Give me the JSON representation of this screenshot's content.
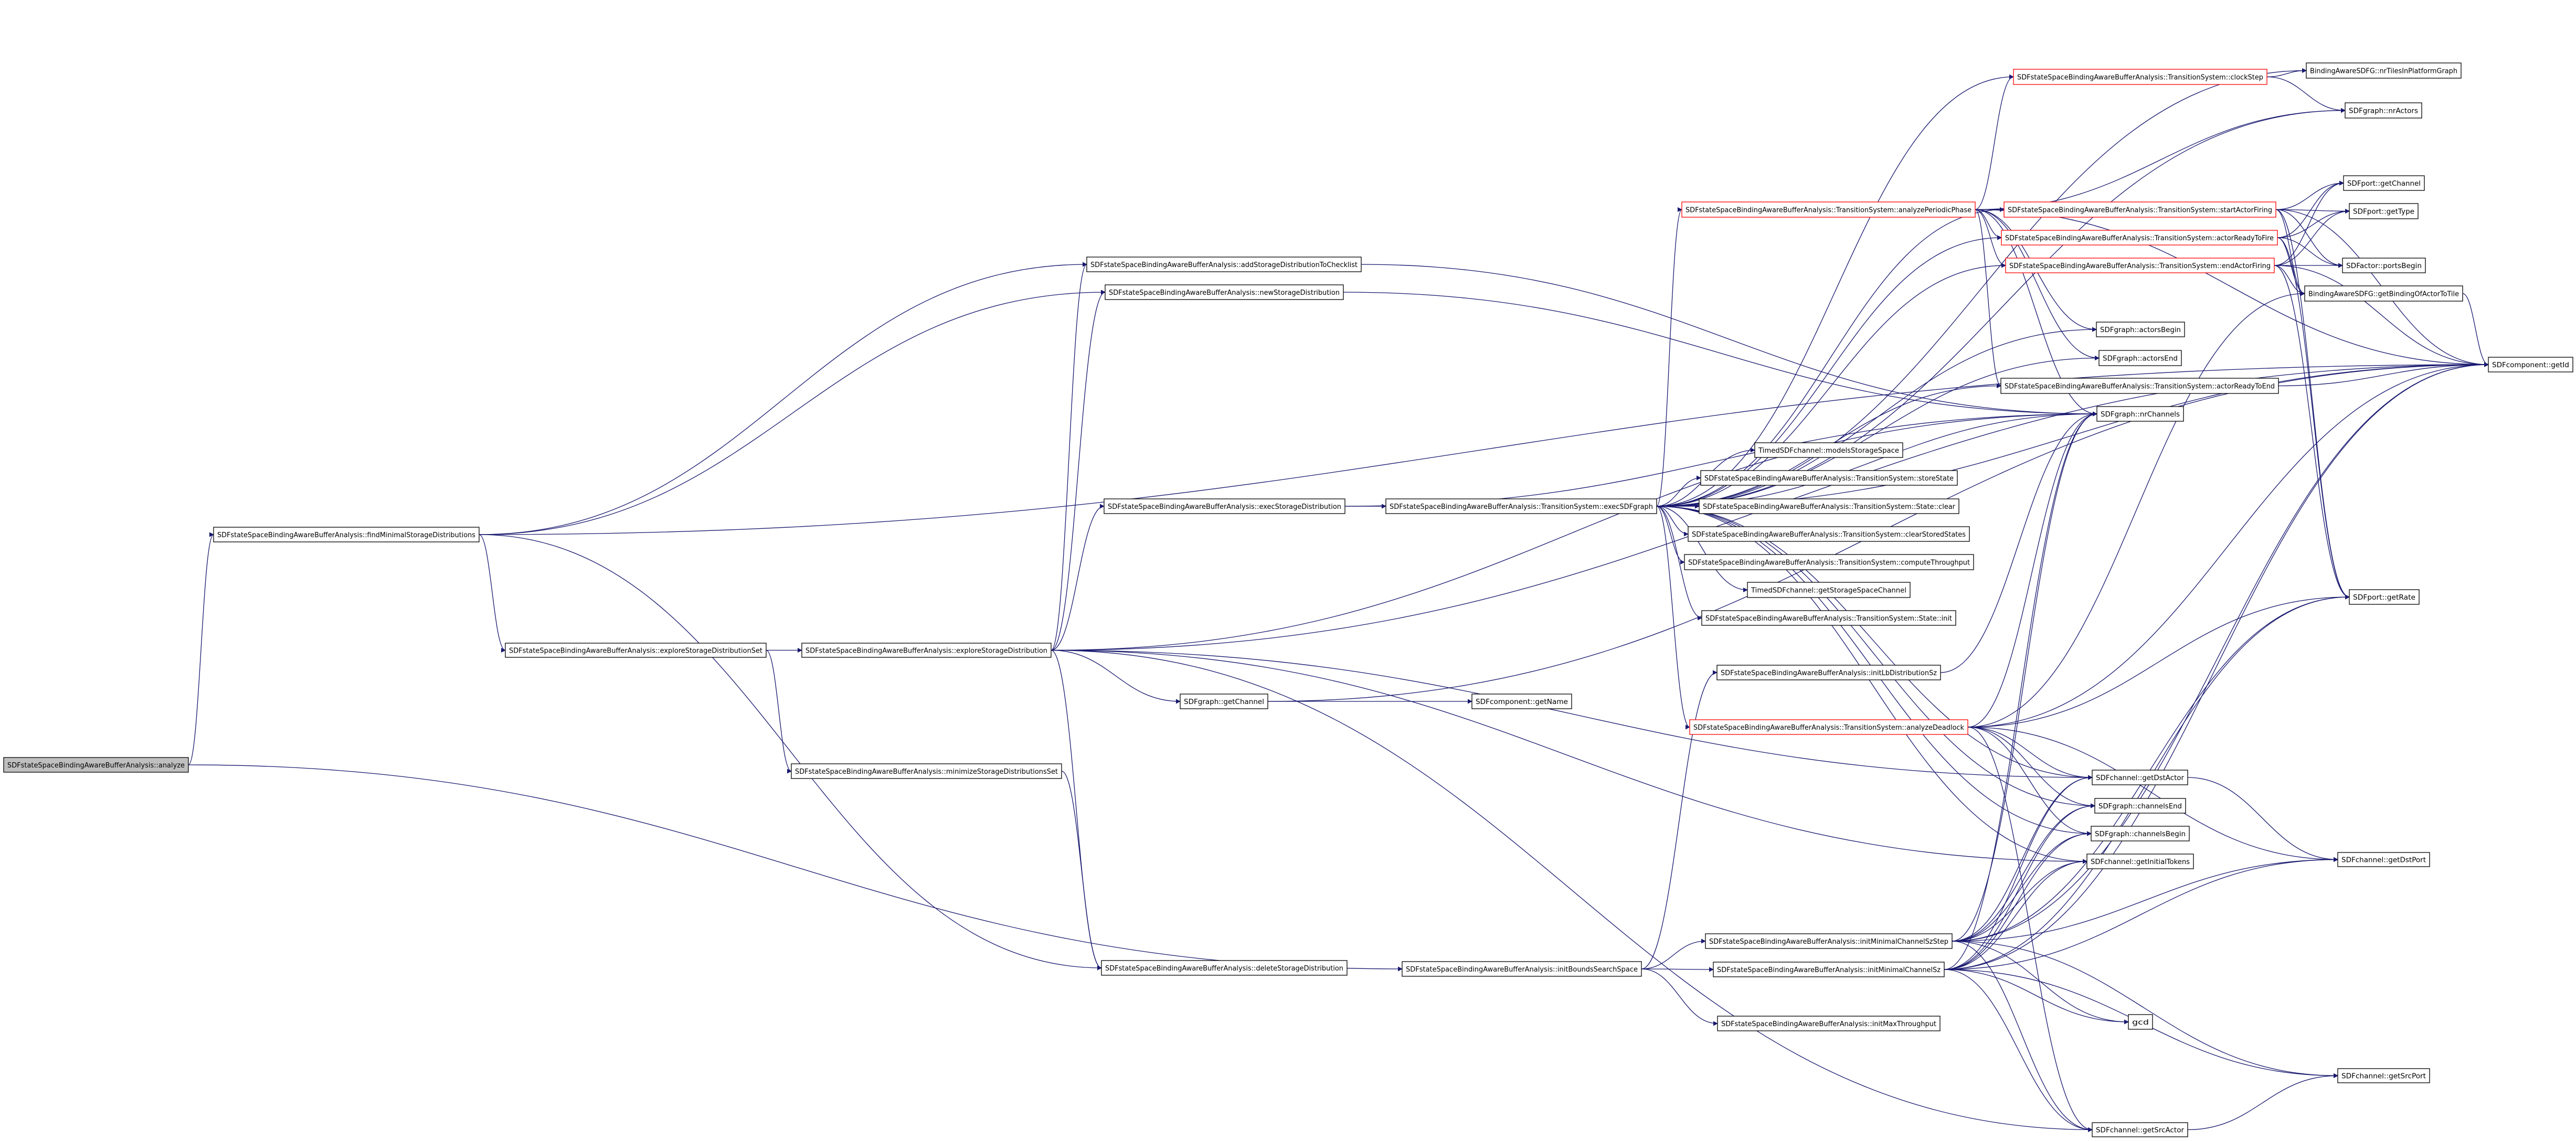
{
  "graph": {
    "edge_color": "#191970",
    "highlight_border_color": "#ff0000",
    "root_fill_color": "#bfbfbf",
    "nodes": [
      {
        "id": "analyze",
        "label": "SDFstateSpaceBindingAwareBufferAnalysis::analyze",
        "style": "root"
      },
      {
        "id": "findMinimal",
        "label": "SDFstateSpaceBindingAwareBufferAnalysis::findMinimalStorageDistributions"
      },
      {
        "id": "exploreSet",
        "label": "SDFstateSpaceBindingAwareBufferAnalysis::exploreStorageDistributionSet"
      },
      {
        "id": "explore",
        "label": "SDFstateSpaceBindingAwareBufferAnalysis::exploreStorageDistribution"
      },
      {
        "id": "minimize",
        "label": "SDFstateSpaceBindingAwareBufferAnalysis::minimizeStorageDistributionsSet"
      },
      {
        "id": "addStorage",
        "label": "SDFstateSpaceBindingAwareBufferAnalysis::addStorageDistributionToChecklist"
      },
      {
        "id": "newStorage",
        "label": "SDFstateSpaceBindingAwareBufferAnalysis::newStorageDistribution"
      },
      {
        "id": "execStorage",
        "label": "SDFstateSpaceBindingAwareBufferAnalysis::execStorageDistribution"
      },
      {
        "id": "deleteStorage",
        "label": "SDFstateSpaceBindingAwareBufferAnalysis::deleteStorageDistribution"
      },
      {
        "id": "initBounds",
        "label": "SDFstateSpaceBindingAwareBufferAnalysis::initBoundsSearchSpace"
      },
      {
        "id": "graphGetChannel",
        "label": "SDFgraph::getChannel"
      },
      {
        "id": "getName",
        "label": "SDFcomponent::getName"
      },
      {
        "id": "execSDFgraph",
        "label": "SDFstateSpaceBindingAwareBufferAnalysis::TransitionSystem::execSDFgraph"
      },
      {
        "id": "analyzePeriodic",
        "label": "SDFstateSpaceBindingAwareBufferAnalysis::TransitionSystem::analyzePeriodicPhase",
        "style": "red"
      },
      {
        "id": "modelsStorage",
        "label": "TimedSDFchannel::modelsStorageSpace"
      },
      {
        "id": "storeState",
        "label": "SDFstateSpaceBindingAwareBufferAnalysis::TransitionSystem::storeState"
      },
      {
        "id": "stateClear",
        "label": "SDFstateSpaceBindingAwareBufferAnalysis::TransitionSystem::State::clear"
      },
      {
        "id": "clearStored",
        "label": "SDFstateSpaceBindingAwareBufferAnalysis::TransitionSystem::clearStoredStates"
      },
      {
        "id": "computeTp",
        "label": "SDFstateSpaceBindingAwareBufferAnalysis::TransitionSystem::computeThroughput"
      },
      {
        "id": "getStorageSpaceChannel",
        "label": "TimedSDFchannel::getStorageSpaceChannel"
      },
      {
        "id": "stateInit",
        "label": "SDFstateSpaceBindingAwareBufferAnalysis::TransitionSystem::State::init"
      },
      {
        "id": "initLb",
        "label": "SDFstateSpaceBindingAwareBufferAnalysis::initLbDistributionSz"
      },
      {
        "id": "analyzeDeadlock",
        "label": "SDFstateSpaceBindingAwareBufferAnalysis::TransitionSystem::analyzeDeadlock",
        "style": "red"
      },
      {
        "id": "initStep",
        "label": "SDFstateSpaceBindingAwareBufferAnalysis::initMinimalChannelSzStep"
      },
      {
        "id": "initMin",
        "label": "SDFstateSpaceBindingAwareBufferAnalysis::initMinimalChannelSz"
      },
      {
        "id": "initMaxTp",
        "label": "SDFstateSpaceBindingAwareBufferAnalysis::initMaxThroughput"
      },
      {
        "id": "clockStep",
        "label": "SDFstateSpaceBindingAwareBufferAnalysis::TransitionSystem::clockStep",
        "style": "red"
      },
      {
        "id": "startFiring",
        "label": "SDFstateSpaceBindingAwareBufferAnalysis::TransitionSystem::startActorFiring",
        "style": "red"
      },
      {
        "id": "readyFire",
        "label": "SDFstateSpaceBindingAwareBufferAnalysis::TransitionSystem::actorReadyToFire",
        "style": "red"
      },
      {
        "id": "endFiring",
        "label": "SDFstateSpaceBindingAwareBufferAnalysis::TransitionSystem::endActorFiring",
        "style": "red"
      },
      {
        "id": "actorsBegin",
        "label": "SDFgraph::actorsBegin"
      },
      {
        "id": "actorsEnd",
        "label": "SDFgraph::actorsEnd"
      },
      {
        "id": "readyEnd",
        "label": "SDFstateSpaceBindingAwareBufferAnalysis::TransitionSystem::actorReadyToEnd"
      },
      {
        "id": "nrChannels",
        "label": "SDFgraph::nrChannels"
      },
      {
        "id": "getDstActor",
        "label": "SDFchannel::getDstActor"
      },
      {
        "id": "channelsEnd",
        "label": "SDFgraph::channelsEnd"
      },
      {
        "id": "channelsBegin",
        "label": "SDFgraph::channelsBegin"
      },
      {
        "id": "getInitialTokens",
        "label": "SDFchannel::getInitialTokens"
      },
      {
        "id": "gcd",
        "label": "gcd"
      },
      {
        "id": "getSrcActor",
        "label": "SDFchannel::getSrcActor"
      },
      {
        "id": "nrTiles",
        "label": "BindingAwareSDFG::nrTilesInPlatformGraph"
      },
      {
        "id": "nrActors",
        "label": "SDFgraph::nrActors"
      },
      {
        "id": "portGetChannel",
        "label": "SDFport::getChannel"
      },
      {
        "id": "getType",
        "label": "SDFport::getType"
      },
      {
        "id": "portsBegin",
        "label": "SDFactor::portsBegin"
      },
      {
        "id": "getBinding",
        "label": "BindingAwareSDFG::getBindingOfActorToTile"
      },
      {
        "id": "getRate",
        "label": "SDFport::getRate"
      },
      {
        "id": "getDstPort",
        "label": "SDFchannel::getDstPort"
      },
      {
        "id": "getSrcPort",
        "label": "SDFchannel::getSrcPort"
      },
      {
        "id": "getId",
        "label": "SDFcomponent::getId"
      }
    ],
    "edges": [
      [
        "analyze",
        "findMinimal"
      ],
      [
        "analyze",
        "initBounds"
      ],
      [
        "findMinimal",
        "exploreSet"
      ],
      [
        "findMinimal",
        "addStorage"
      ],
      [
        "findMinimal",
        "newStorage"
      ],
      [
        "findMinimal",
        "deleteStorage"
      ],
      [
        "findMinimal",
        "getId"
      ],
      [
        "exploreSet",
        "explore"
      ],
      [
        "exploreSet",
        "minimize"
      ],
      [
        "minimize",
        "deleteStorage"
      ],
      [
        "explore",
        "addStorage"
      ],
      [
        "explore",
        "newStorage"
      ],
      [
        "explore",
        "execStorage"
      ],
      [
        "explore",
        "graphGetChannel"
      ],
      [
        "explore",
        "deleteStorage"
      ],
      [
        "explore",
        "nrChannels"
      ],
      [
        "explore",
        "getDstActor"
      ],
      [
        "explore",
        "getInitialTokens"
      ],
      [
        "explore",
        "getSrcActor"
      ],
      [
        "explore",
        "getId"
      ],
      [
        "addStorage",
        "nrChannels"
      ],
      [
        "newStorage",
        "nrChannels"
      ],
      [
        "execStorage",
        "execSDFgraph"
      ],
      [
        "execStorage",
        "nrChannels"
      ],
      [
        "graphGetChannel",
        "getName"
      ],
      [
        "graphGetChannel",
        "getId"
      ],
      [
        "execSDFgraph",
        "analyzePeriodic"
      ],
      [
        "execSDFgraph",
        "clockStep"
      ],
      [
        "execSDFgraph",
        "nrActors"
      ],
      [
        "execSDFgraph",
        "nrTiles"
      ],
      [
        "execSDFgraph",
        "startFiring"
      ],
      [
        "execSDFgraph",
        "readyFire"
      ],
      [
        "execSDFgraph",
        "endFiring"
      ],
      [
        "execSDFgraph",
        "actorsBegin"
      ],
      [
        "execSDFgraph",
        "actorsEnd"
      ],
      [
        "execSDFgraph",
        "readyEnd"
      ],
      [
        "execSDFgraph",
        "nrChannels"
      ],
      [
        "execSDFgraph",
        "modelsStorage"
      ],
      [
        "execSDFgraph",
        "storeState"
      ],
      [
        "execSDFgraph",
        "stateClear"
      ],
      [
        "execSDFgraph",
        "clearStored"
      ],
      [
        "execSDFgraph",
        "computeTp"
      ],
      [
        "execSDFgraph",
        "getStorageSpaceChannel"
      ],
      [
        "execSDFgraph",
        "stateInit"
      ],
      [
        "execSDFgraph",
        "analyzeDeadlock"
      ],
      [
        "execSDFgraph",
        "getDstActor"
      ],
      [
        "execSDFgraph",
        "channelsEnd"
      ],
      [
        "execSDFgraph",
        "channelsBegin"
      ],
      [
        "execSDFgraph",
        "getInitialTokens"
      ],
      [
        "execSDFgraph",
        "getId"
      ],
      [
        "analyzePeriodic",
        "clockStep"
      ],
      [
        "analyzePeriodic",
        "nrActors"
      ],
      [
        "analyzePeriodic",
        "startFiring"
      ],
      [
        "analyzePeriodic",
        "readyFire"
      ],
      [
        "analyzePeriodic",
        "endFiring"
      ],
      [
        "analyzePeriodic",
        "readyEnd"
      ],
      [
        "analyzePeriodic",
        "nrChannels"
      ],
      [
        "analyzePeriodic",
        "actorsBegin"
      ],
      [
        "analyzePeriodic",
        "actorsEnd"
      ],
      [
        "analyzePeriodic",
        "getId"
      ],
      [
        "clockStep",
        "nrTiles"
      ],
      [
        "clockStep",
        "nrActors"
      ],
      [
        "startFiring",
        "portGetChannel"
      ],
      [
        "startFiring",
        "getType"
      ],
      [
        "startFiring",
        "portsBegin"
      ],
      [
        "startFiring",
        "getBinding"
      ],
      [
        "startFiring",
        "getRate"
      ],
      [
        "startFiring",
        "getId"
      ],
      [
        "readyFire",
        "portGetChannel"
      ],
      [
        "readyFire",
        "getType"
      ],
      [
        "readyFire",
        "portsBegin"
      ],
      [
        "readyFire",
        "getBinding"
      ],
      [
        "readyFire",
        "getRate"
      ],
      [
        "endFiring",
        "portGetChannel"
      ],
      [
        "endFiring",
        "getType"
      ],
      [
        "endFiring",
        "portsBegin"
      ],
      [
        "endFiring",
        "getBinding"
      ],
      [
        "endFiring",
        "getRate"
      ],
      [
        "endFiring",
        "getId"
      ],
      [
        "getBinding",
        "getId"
      ],
      [
        "readyEnd",
        "getId"
      ],
      [
        "analyzeDeadlock",
        "getDstActor"
      ],
      [
        "analyzeDeadlock",
        "channelsEnd"
      ],
      [
        "analyzeDeadlock",
        "channelsBegin"
      ],
      [
        "analyzeDeadlock",
        "getSrcActor"
      ],
      [
        "analyzeDeadlock",
        "getRate"
      ],
      [
        "analyzeDeadlock",
        "getId"
      ],
      [
        "analyzeDeadlock",
        "getDstPort"
      ],
      [
        "analyzeDeadlock",
        "nrChannels"
      ],
      [
        "analyzeDeadlock",
        "getBinding"
      ],
      [
        "getDstActor",
        "getDstPort"
      ],
      [
        "getSrcActor",
        "getSrcPort"
      ],
      [
        "initBounds",
        "initLb"
      ],
      [
        "initBounds",
        "initStep"
      ],
      [
        "initBounds",
        "initMin"
      ],
      [
        "initBounds",
        "initMaxTp"
      ],
      [
        "initLb",
        "nrChannels"
      ],
      [
        "initStep",
        "nrChannels"
      ],
      [
        "initStep",
        "getDstActor"
      ],
      [
        "initStep",
        "channelsEnd"
      ],
      [
        "initStep",
        "channelsBegin"
      ],
      [
        "initStep",
        "getInitialTokens"
      ],
      [
        "initStep",
        "getDstPort"
      ],
      [
        "initStep",
        "getSrcPort"
      ],
      [
        "initStep",
        "getRate"
      ],
      [
        "initStep",
        "gcd"
      ],
      [
        "initStep",
        "getSrcActor"
      ],
      [
        "initStep",
        "getId"
      ],
      [
        "initMin",
        "nrChannels"
      ],
      [
        "initMin",
        "getDstActor"
      ],
      [
        "initMin",
        "channelsEnd"
      ],
      [
        "initMin",
        "channelsBegin"
      ],
      [
        "initMin",
        "getInitialTokens"
      ],
      [
        "initMin",
        "getDstPort"
      ],
      [
        "initMin",
        "getSrcPort"
      ],
      [
        "initMin",
        "getRate"
      ],
      [
        "initMin",
        "gcd"
      ],
      [
        "initMin",
        "getSrcActor"
      ],
      [
        "initMin",
        "getId"
      ]
    ]
  }
}
